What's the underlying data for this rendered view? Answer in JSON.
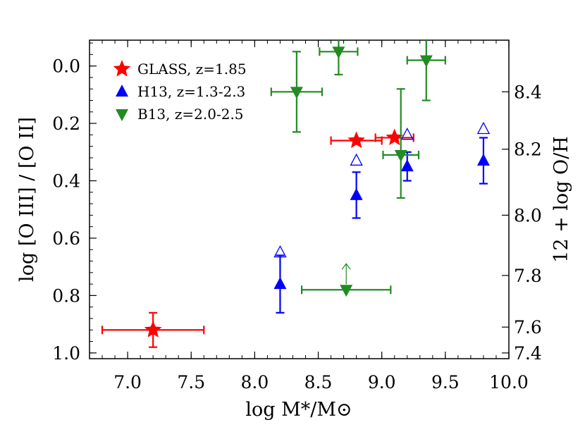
{
  "chart_data": {
    "type": "scatter",
    "xlabel": "log M*/M⊙",
    "ylabel_left": "log [O III] / [O II]",
    "ylabel_right": "12 + log O/H",
    "xlim": [
      6.7,
      10.0
    ],
    "ylim_left": [
      1.02,
      -0.09
    ],
    "ylim_right_ticks_data": {
      "labels": [
        "7.4",
        "7.6",
        "7.8",
        "8.0",
        "8.2",
        "8.4"
      ],
      "left_equiv": [
        1.0,
        0.91,
        0.73,
        0.52,
        0.29,
        0.09
      ]
    },
    "x_ticks": [
      "7.0",
      "7.5",
      "8.0",
      "8.5",
      "9.0",
      "9.5",
      "10.0"
    ],
    "x_tick_values": [
      7.0,
      7.5,
      8.0,
      8.5,
      9.0,
      9.5,
      10.0
    ],
    "y_ticks": [
      "0.0",
      "0.2",
      "0.4",
      "0.6",
      "0.8",
      "1.0"
    ],
    "y_tick_values": [
      0.0,
      0.2,
      0.4,
      0.6,
      0.8,
      1.0
    ],
    "series": [
      {
        "name": "GLASS, z=1.85",
        "color": "#ff0000",
        "marker": "star",
        "points": [
          {
            "x": 7.2,
            "y": 0.92,
            "xerr": [
              0.4,
              0.4
            ],
            "yerr": [
              0.06,
              0.06
            ]
          },
          {
            "x": 8.8,
            "y": 0.26,
            "xerr": [
              0.2,
              0.2
            ],
            "yerr": [
              0,
              0
            ]
          },
          {
            "x": 9.1,
            "y": 0.25,
            "xerr": [
              0.15,
              0.15
            ],
            "yerr": [
              0,
              0
            ]
          }
        ]
      },
      {
        "name": "H13, z=1.3-2.3",
        "color": "#0000ff",
        "marker": "triangle-up",
        "points": [
          {
            "x": 8.2,
            "y": 0.76,
            "yerr": [
              0.1,
              0.1
            ],
            "open_y": 0.65
          },
          {
            "x": 8.8,
            "y": 0.45,
            "yerr": [
              0.08,
              0.08
            ],
            "open_y": 0.33
          },
          {
            "x": 9.2,
            "y": 0.35,
            "yerr": [
              0.05,
              0.05
            ],
            "open_y": 0.24
          },
          {
            "x": 9.8,
            "y": 0.33,
            "yerr": [
              0.08,
              0.08
            ],
            "open_y": 0.22
          }
        ]
      },
      {
        "name": "B13, z=2.0-2.5",
        "color": "#228b22",
        "marker": "triangle-down",
        "points": [
          {
            "x": 8.33,
            "y": 0.09,
            "xerr": [
              0.2,
              0.2
            ],
            "yerr": [
              0.14,
              0.14
            ]
          },
          {
            "x": 8.66,
            "y": -0.05,
            "xerr": [
              0.15,
              0.15
            ],
            "yerr": [
              0.08,
              0.08
            ]
          },
          {
            "x": 9.35,
            "y": -0.02,
            "xerr": [
              0.15,
              0.15
            ],
            "yerr": [
              0.1,
              0.14
            ]
          },
          {
            "x": 9.15,
            "y": 0.31,
            "xerr": [
              0.14,
              0.14
            ],
            "yerr": [
              0.23,
              0.15
            ]
          },
          {
            "x": 8.72,
            "y": 0.78,
            "xerr": [
              0.35,
              0.35
            ],
            "yerr": [
              0,
              0
            ],
            "lower_limit_arrow": true
          }
        ]
      }
    ],
    "legend_position": "top-left"
  }
}
